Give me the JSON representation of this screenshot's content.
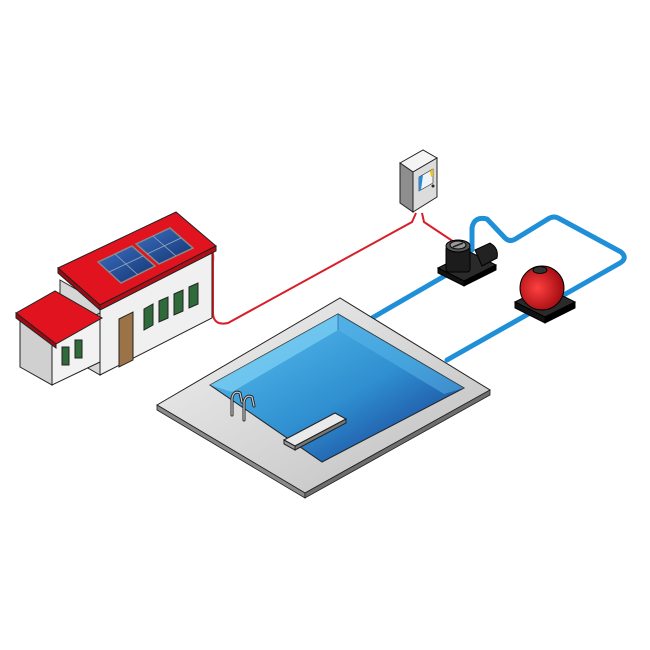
{
  "colors": {
    "roof": "#e0131f",
    "wall": "#eeeeee",
    "solar_panel": "#1b4a9c",
    "water_pipe": "#1f8fd8",
    "electric_wire": "#d81e2a",
    "pool_water": "#3aa6dc",
    "pool_deep": "#13338c",
    "pump": "#1a1a1a",
    "filter": "#d8141c"
  },
  "components": [
    "house",
    "solar-panels",
    "controller-box",
    "pool-pump",
    "sand-filter",
    "swimming-pool",
    "pool-ladder",
    "diving-board"
  ]
}
